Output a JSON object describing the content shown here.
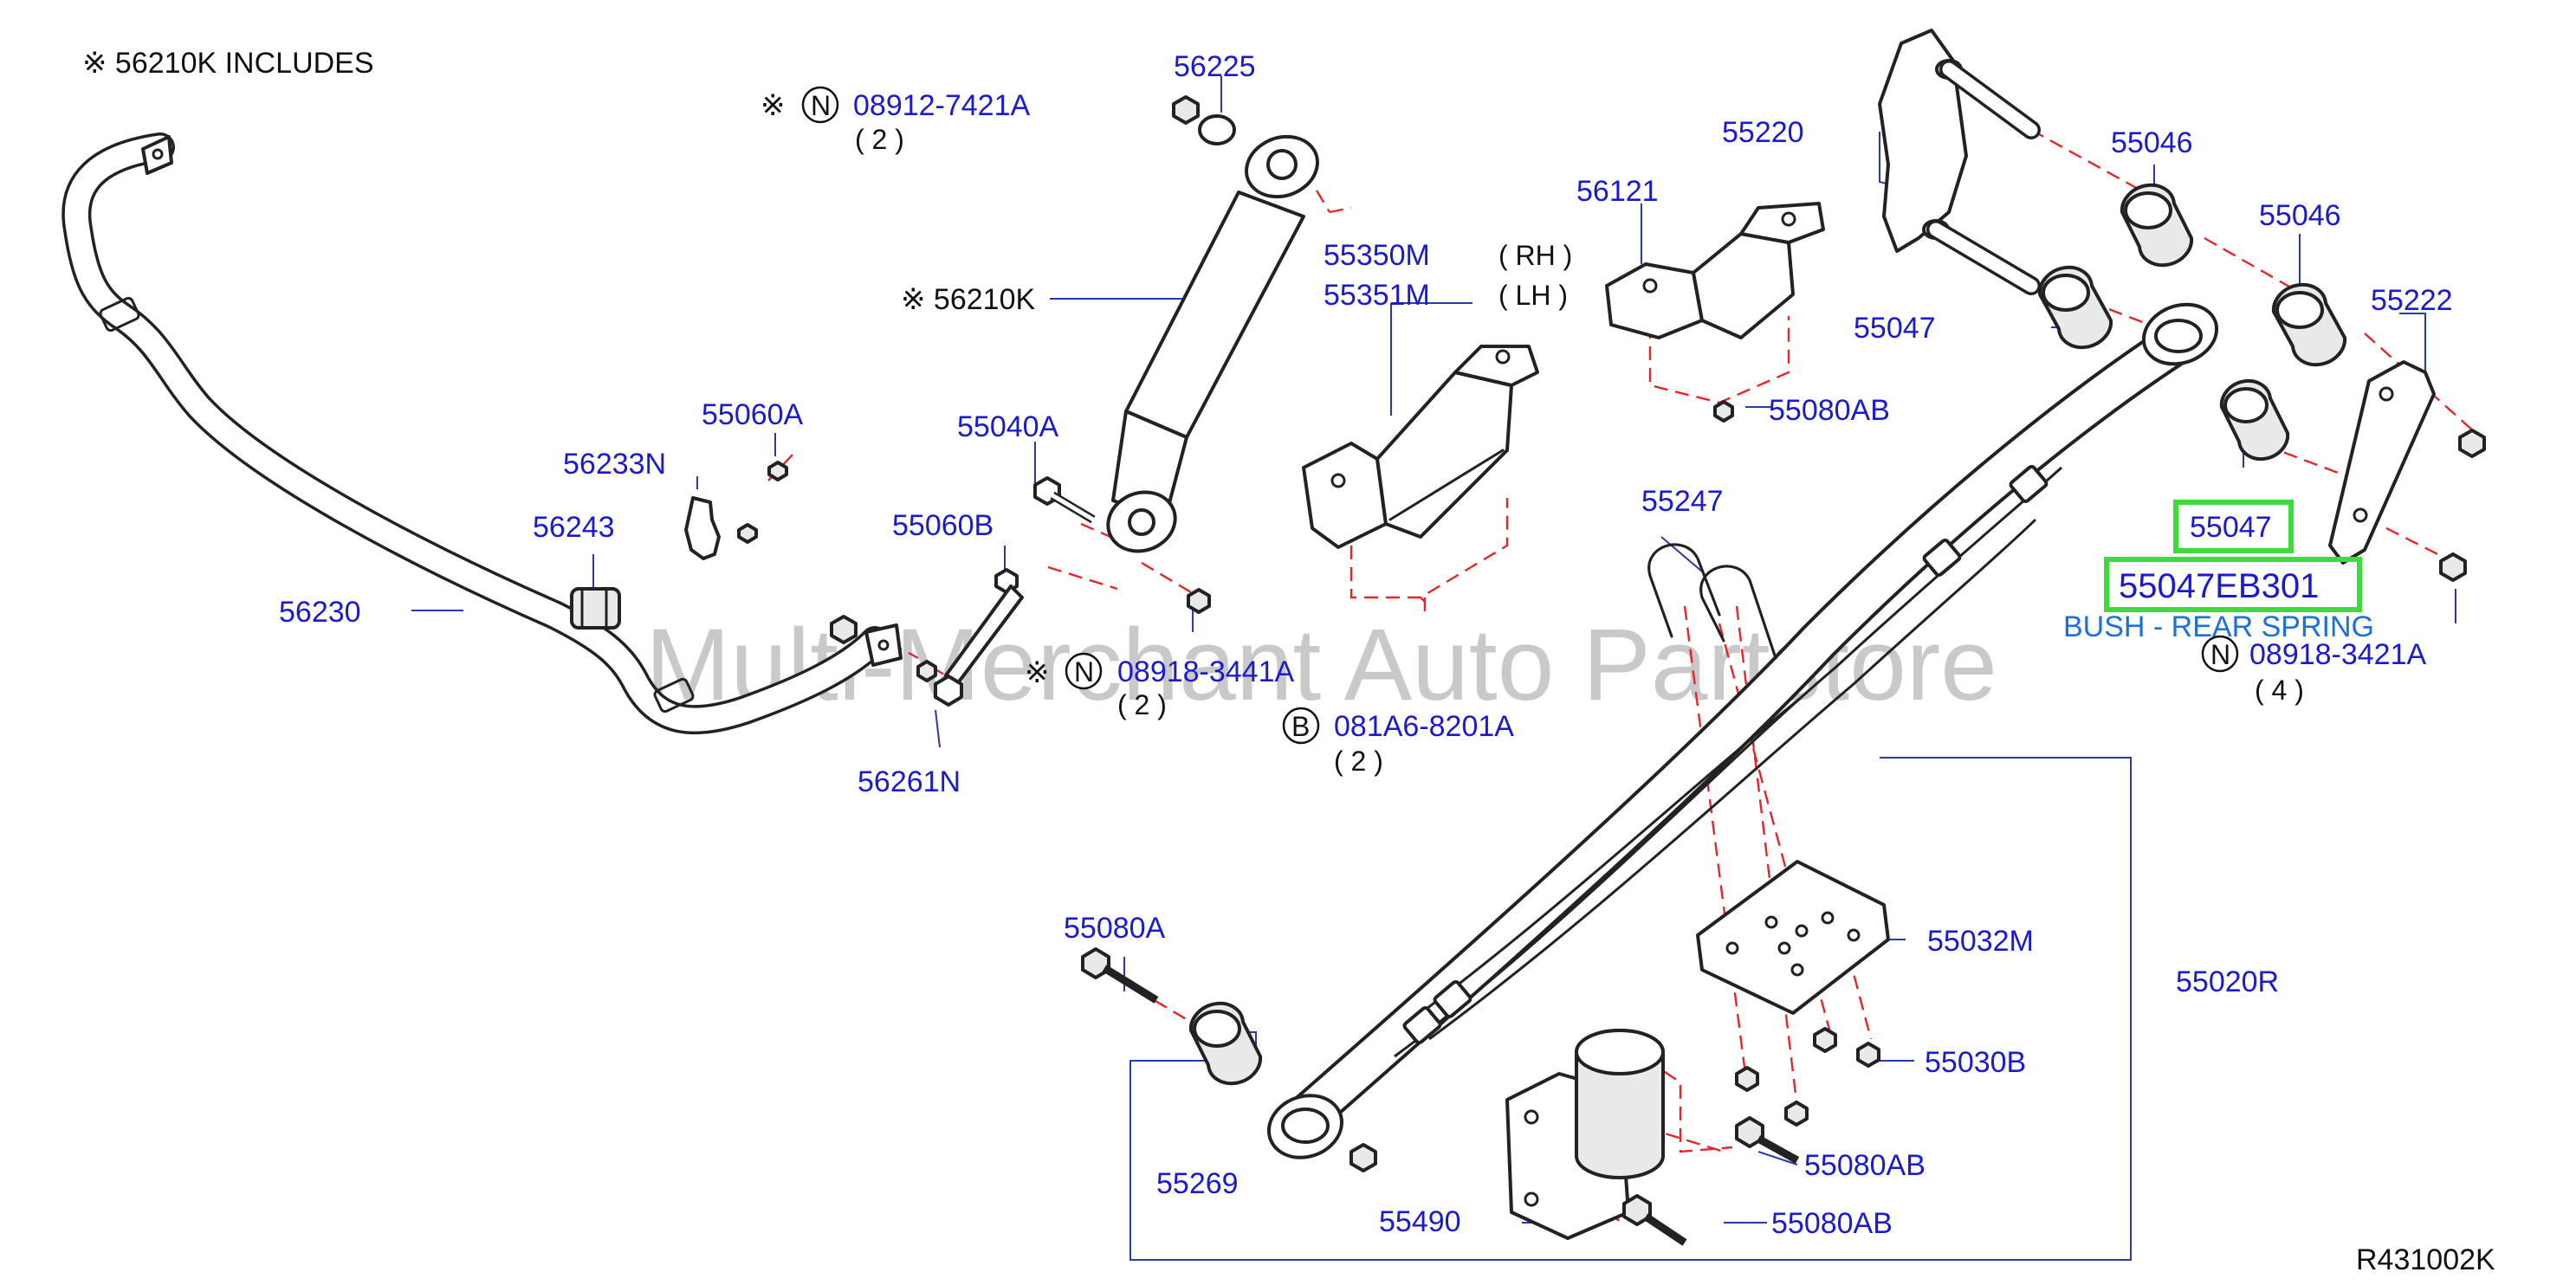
{
  "header_note": "※ 56210K   INCLUDES",
  "diagram_code": "R431002K",
  "watermark": "Multi-Merchant Auto Partstore",
  "callout": {
    "selected_part": "55047EB301",
    "description": "BUSH - REAR SPRING",
    "highlight_color": "#3ddc3d"
  },
  "colors": {
    "part_number": "#1a1ad0",
    "leader_line": "#2a3aa8",
    "dash": "#e8242b"
  },
  "labels": {
    "p56225": "56225",
    "p08912": "08912-7421A",
    "q08912": "( 2 )",
    "p56210K": "※ 56210K",
    "p55350M": "55350M",
    "rh": "( RH )",
    "p55351M": "55351M",
    "lh": "( LH )",
    "p55220": "55220",
    "p56121": "56121",
    "p55046a": "55046",
    "p55046b": "55046",
    "p55047a": "55047",
    "p55222": "55222",
    "p55080AB_top": "55080AB",
    "p55047b": "55047",
    "p08918_3421": "08918-3421A",
    "q3421": "( 4 )",
    "p55060A": "55060A",
    "p56233N": "56233N",
    "p56243": "56243",
    "p56230": "56230",
    "p55040A": "55040A",
    "p55060B": "55060B",
    "p08918_3441": "08918-3441A",
    "q3441": "( 2 )",
    "p081A6": "081A6-8201A",
    "q081A6": "( 2 )",
    "p56261N": "56261N",
    "p55247": "55247",
    "p55080A": "55080A",
    "p55269": "55269",
    "p55490": "55490",
    "p55032M": "55032M",
    "p55030B": "55030B",
    "p55080AB_mid": "55080AB",
    "p55080AB_bot": "55080AB",
    "p55020R": "55020R",
    "ref_mark": "※",
    "nut_symbol": "N",
    "bolt_symbol": "B"
  }
}
